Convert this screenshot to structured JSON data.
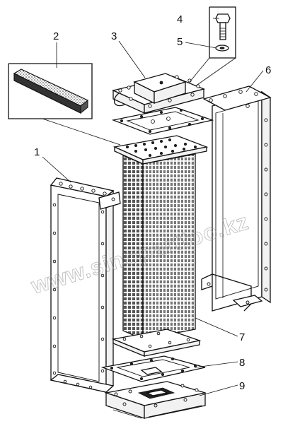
{
  "diagram": {
    "callouts": [
      {
        "id": "frame-left",
        "label": "1"
      },
      {
        "id": "seal-strip",
        "label": "2"
      },
      {
        "id": "top-tank",
        "label": "3"
      },
      {
        "id": "bolt",
        "label": "4"
      },
      {
        "id": "washer",
        "label": "5"
      },
      {
        "id": "frame-right",
        "label": "6"
      },
      {
        "id": "core",
        "label": "7"
      },
      {
        "id": "gasket-bottom",
        "label": "8"
      },
      {
        "id": "bottom-tank",
        "label": "9"
      }
    ],
    "watermark": "www.sinoparttoo.kz"
  }
}
